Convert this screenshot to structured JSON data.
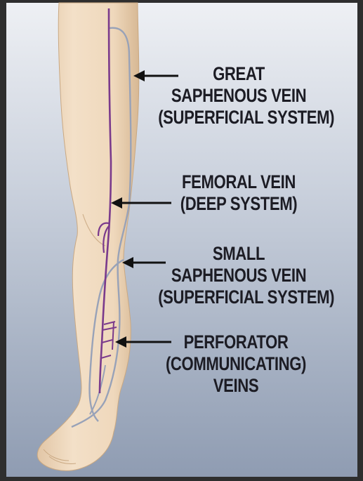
{
  "labels": {
    "great_saphenous": [
      "GREAT",
      "SAPHENOUS VEIN",
      "(SUPERFICIAL SYSTEM)"
    ],
    "femoral": [
      "FEMORAL VEIN",
      "(DEEP SYSTEM)"
    ],
    "small_saphenous": [
      "SMALL",
      "SAPHENOUS VEIN",
      "(SUPERFICIAL SYSTEM)"
    ],
    "perforator": [
      "PERFORATOR",
      "(COMMUNICATING)",
      "VEINS"
    ]
  },
  "colors": {
    "skin": "#efd9be",
    "skin_shadow": "#d9bd9c",
    "deep_vein": "#7a3a8c",
    "superficial_vein": "#9aa3b8",
    "arrow": "#111111",
    "background_top": "#eef0f4",
    "background_bottom": "#8f9cb2"
  }
}
